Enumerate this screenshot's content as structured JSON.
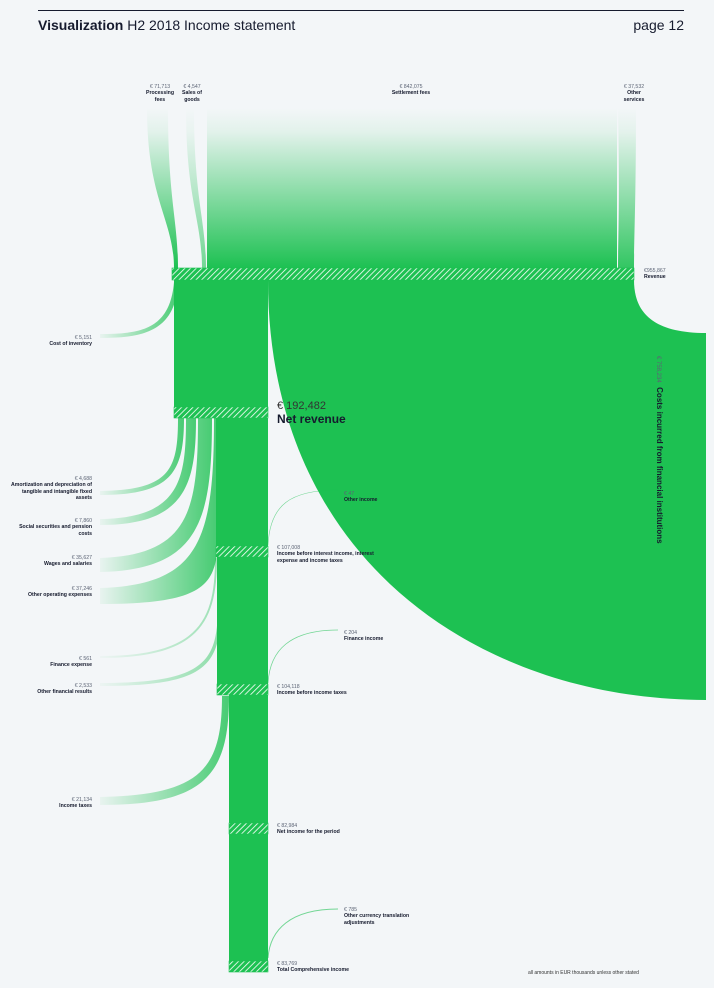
{
  "header": {
    "title_bold": "Visualization",
    "title_rest": "H2 2018 Income statement",
    "page": "page 12"
  },
  "footnote": "all amounts in EUR thousands unless other stated",
  "colors": {
    "flow": "#1dc152",
    "text": "#161b2e",
    "background": "#f3f6f8"
  },
  "chart_data": {
    "type": "sankey",
    "unit": "EUR thousands",
    "sources": [
      {
        "value": "€ 71,713",
        "name": "Processing fees"
      },
      {
        "value": "€ 4,547",
        "name": "Sales of goods"
      },
      {
        "value": "€ 842,075",
        "name": "Settlement fees"
      },
      {
        "value": "€ 37,532",
        "name": "Other services"
      }
    ],
    "revenue": {
      "value": "€955,867",
      "name": "Revenue"
    },
    "costs_fin": {
      "value": "€ 758,234",
      "name": "Costs incurred from financial institutions"
    },
    "cost_inventory": {
      "value": "€ 5,151",
      "name": "Cost of inventory"
    },
    "net_revenue": {
      "value": "€ 192,482",
      "name": "Net revenue"
    },
    "expenses": [
      {
        "value": "€ 4,688",
        "name": "Amortization and depreciation of tangible and intangible fixed assets"
      },
      {
        "value": "€ 7,860",
        "name": "Social securities and pension costs"
      },
      {
        "value": "€ 35,627",
        "name": "Wages and salaries"
      },
      {
        "value": "€ 37,246",
        "name": "Other operating expenses"
      }
    ],
    "other_income": {
      "value": "€ 47",
      "name": "Other income"
    },
    "ebit": {
      "value": "€ 107,008",
      "name": "Income before interest income, interest expense and income taxes"
    },
    "finance_expense": {
      "value": "€ 561",
      "name": "Finance expense"
    },
    "other_fin": {
      "value": "€ 2,533",
      "name": "Other financial results"
    },
    "finance_income": {
      "value": "€ 204",
      "name": "Finance income"
    },
    "ebt": {
      "value": "€ 104,118",
      "name": "Income before income taxes"
    },
    "income_taxes": {
      "value": "€ 21,134",
      "name": "Income taxes"
    },
    "net_income": {
      "value": "€ 82,984",
      "name": "Net income for the period"
    },
    "currency_adj": {
      "value": "€ 785",
      "name": "Other currency translation adjustments"
    },
    "total": {
      "value": "€ 83,769",
      "name": "Total Comprehensive income"
    }
  }
}
